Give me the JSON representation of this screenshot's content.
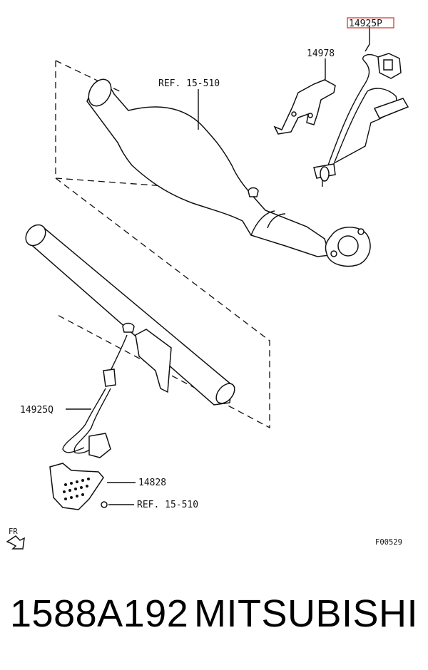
{
  "diagram": {
    "labels": {
      "sensor_upper": "14925P",
      "bracket": "14978",
      "ref_upper": "REF. 15-510",
      "sensor_lower": "14925Q",
      "protector": "14828",
      "ref_lower": "REF. 15-510",
      "front": "FR",
      "figure_code": "F00529"
    },
    "highlight_color": "#d62828"
  },
  "caption": {
    "part_number": "1588A192",
    "brand": "MITSUBISHI"
  }
}
